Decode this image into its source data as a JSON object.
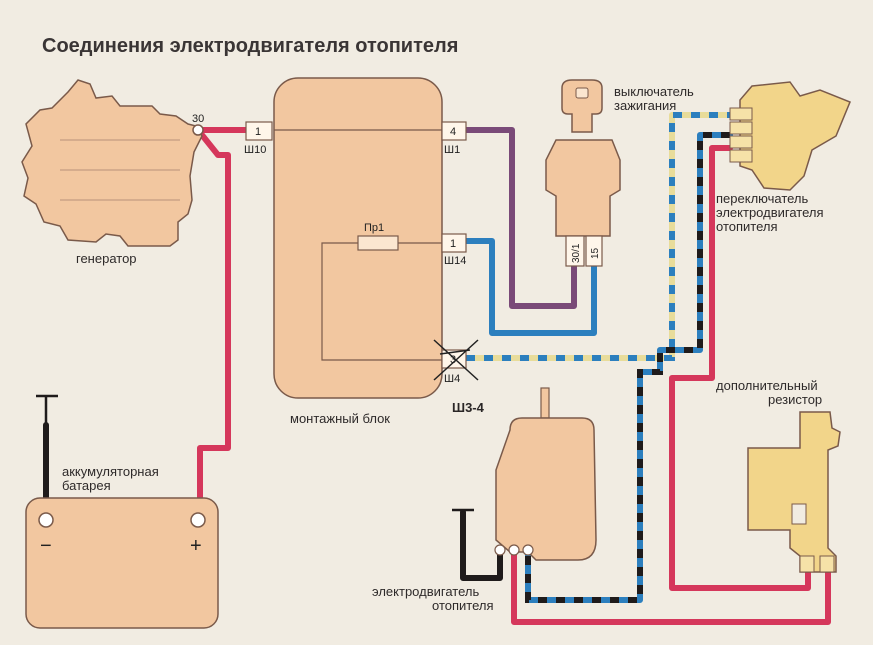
{
  "title": "Соединения электродвигателя отопителя",
  "labels": {
    "generator": "генератор",
    "block": "монтажный блок",
    "battery_line1": "аккумуляторная",
    "battery_line2": "батарея",
    "ignition_line1": "выключатель",
    "ignition_line2": "зажигания",
    "switch_line1": "переключатель",
    "switch_line2": "электродвигателя",
    "switch_line3": "отопителя",
    "resistor_line1": "дополнительный",
    "resistor_line2": "резистор",
    "motor_line1": "электродвигатель",
    "motor_line2": "отопителя",
    "handwritten": "Ш3-4"
  },
  "terminals": {
    "gen_30": "30",
    "sh10_pin": "1",
    "sh10": "Ш10",
    "sh1_pin": "4",
    "sh1": "Ш1",
    "sh14_pin": "1",
    "sh14": "Ш14",
    "sh4_pin": "3",
    "sh4": "Ш4",
    "fuse": "Пр1",
    "ign_301": "30/1",
    "ign_15": "15",
    "bat_minus": "−",
    "bat_plus": "+"
  },
  "colors": {
    "background": "#f1ece2",
    "component_fill": "#f2c7a0",
    "component_stroke": "#7a5a4a",
    "switch_fill": "#f2d58a",
    "wire_red": "#d5375b",
    "wire_violet": "#7a4a78",
    "wire_blue": "#2c7fbe",
    "wire_black": "#1f1b1b",
    "wire_yellow": "#e8dc9a"
  }
}
